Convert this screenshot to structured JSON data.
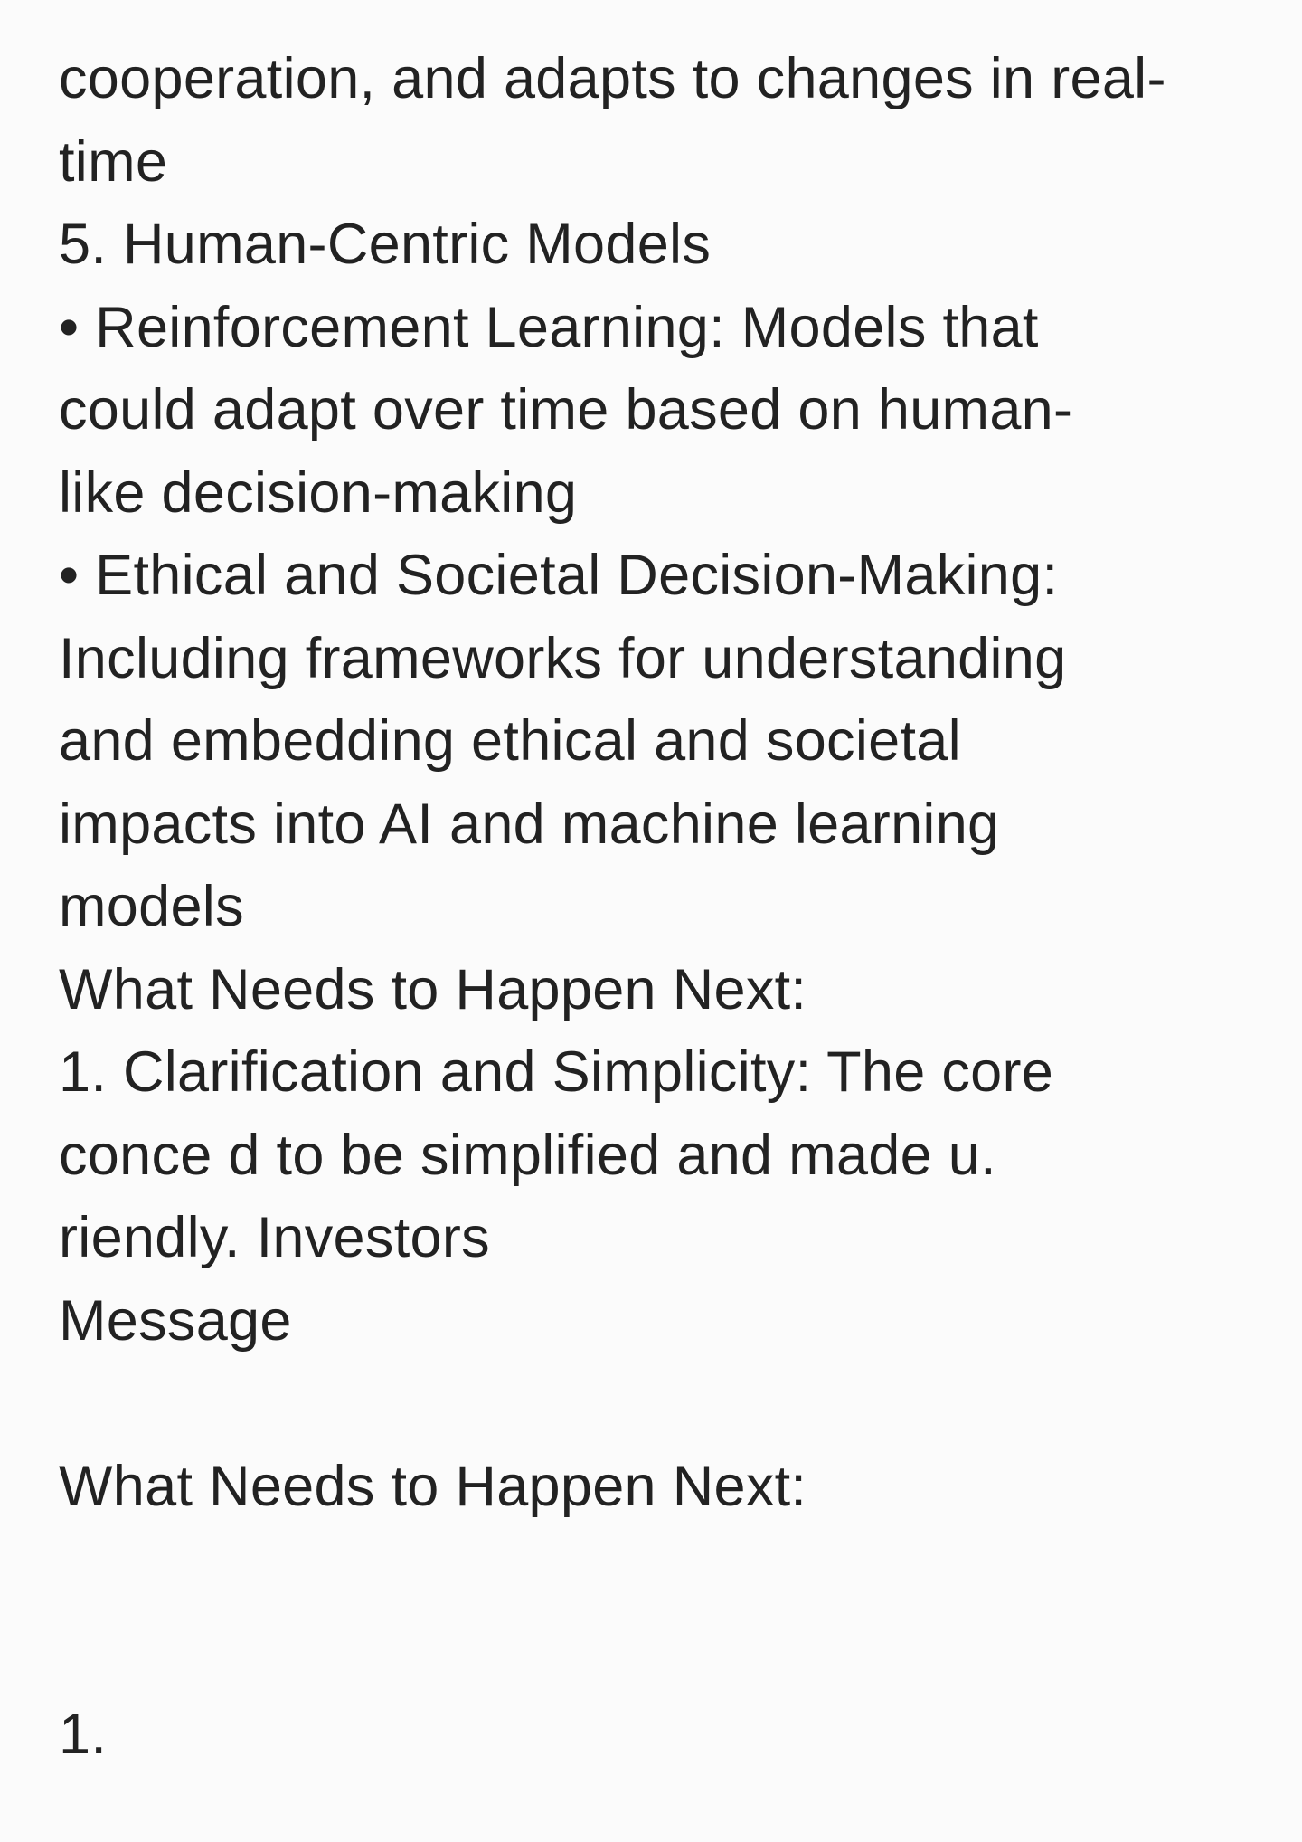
{
  "note": {
    "lines": [
      "cooperation, and adapts to changes in real-",
      "time",
      "5. Human-Centric Models",
      "• Reinforcement Learning: Models that",
      "could adapt over time based on human-",
      "like decision-making",
      "• Ethical and Societal Decision-Making:",
      "Including frameworks for understanding",
      "and embedding ethical and societal",
      "impacts into AI and machine learning",
      "models",
      "What Needs to Happen Next:",
      "1. Clarification and Simplicity: The core",
      "conce d to be simplified and made u.",
      "riendly. Investors",
      "Message",
      "",
      "What Needs to Happen Next:",
      "",
      "",
      "1."
    ]
  }
}
